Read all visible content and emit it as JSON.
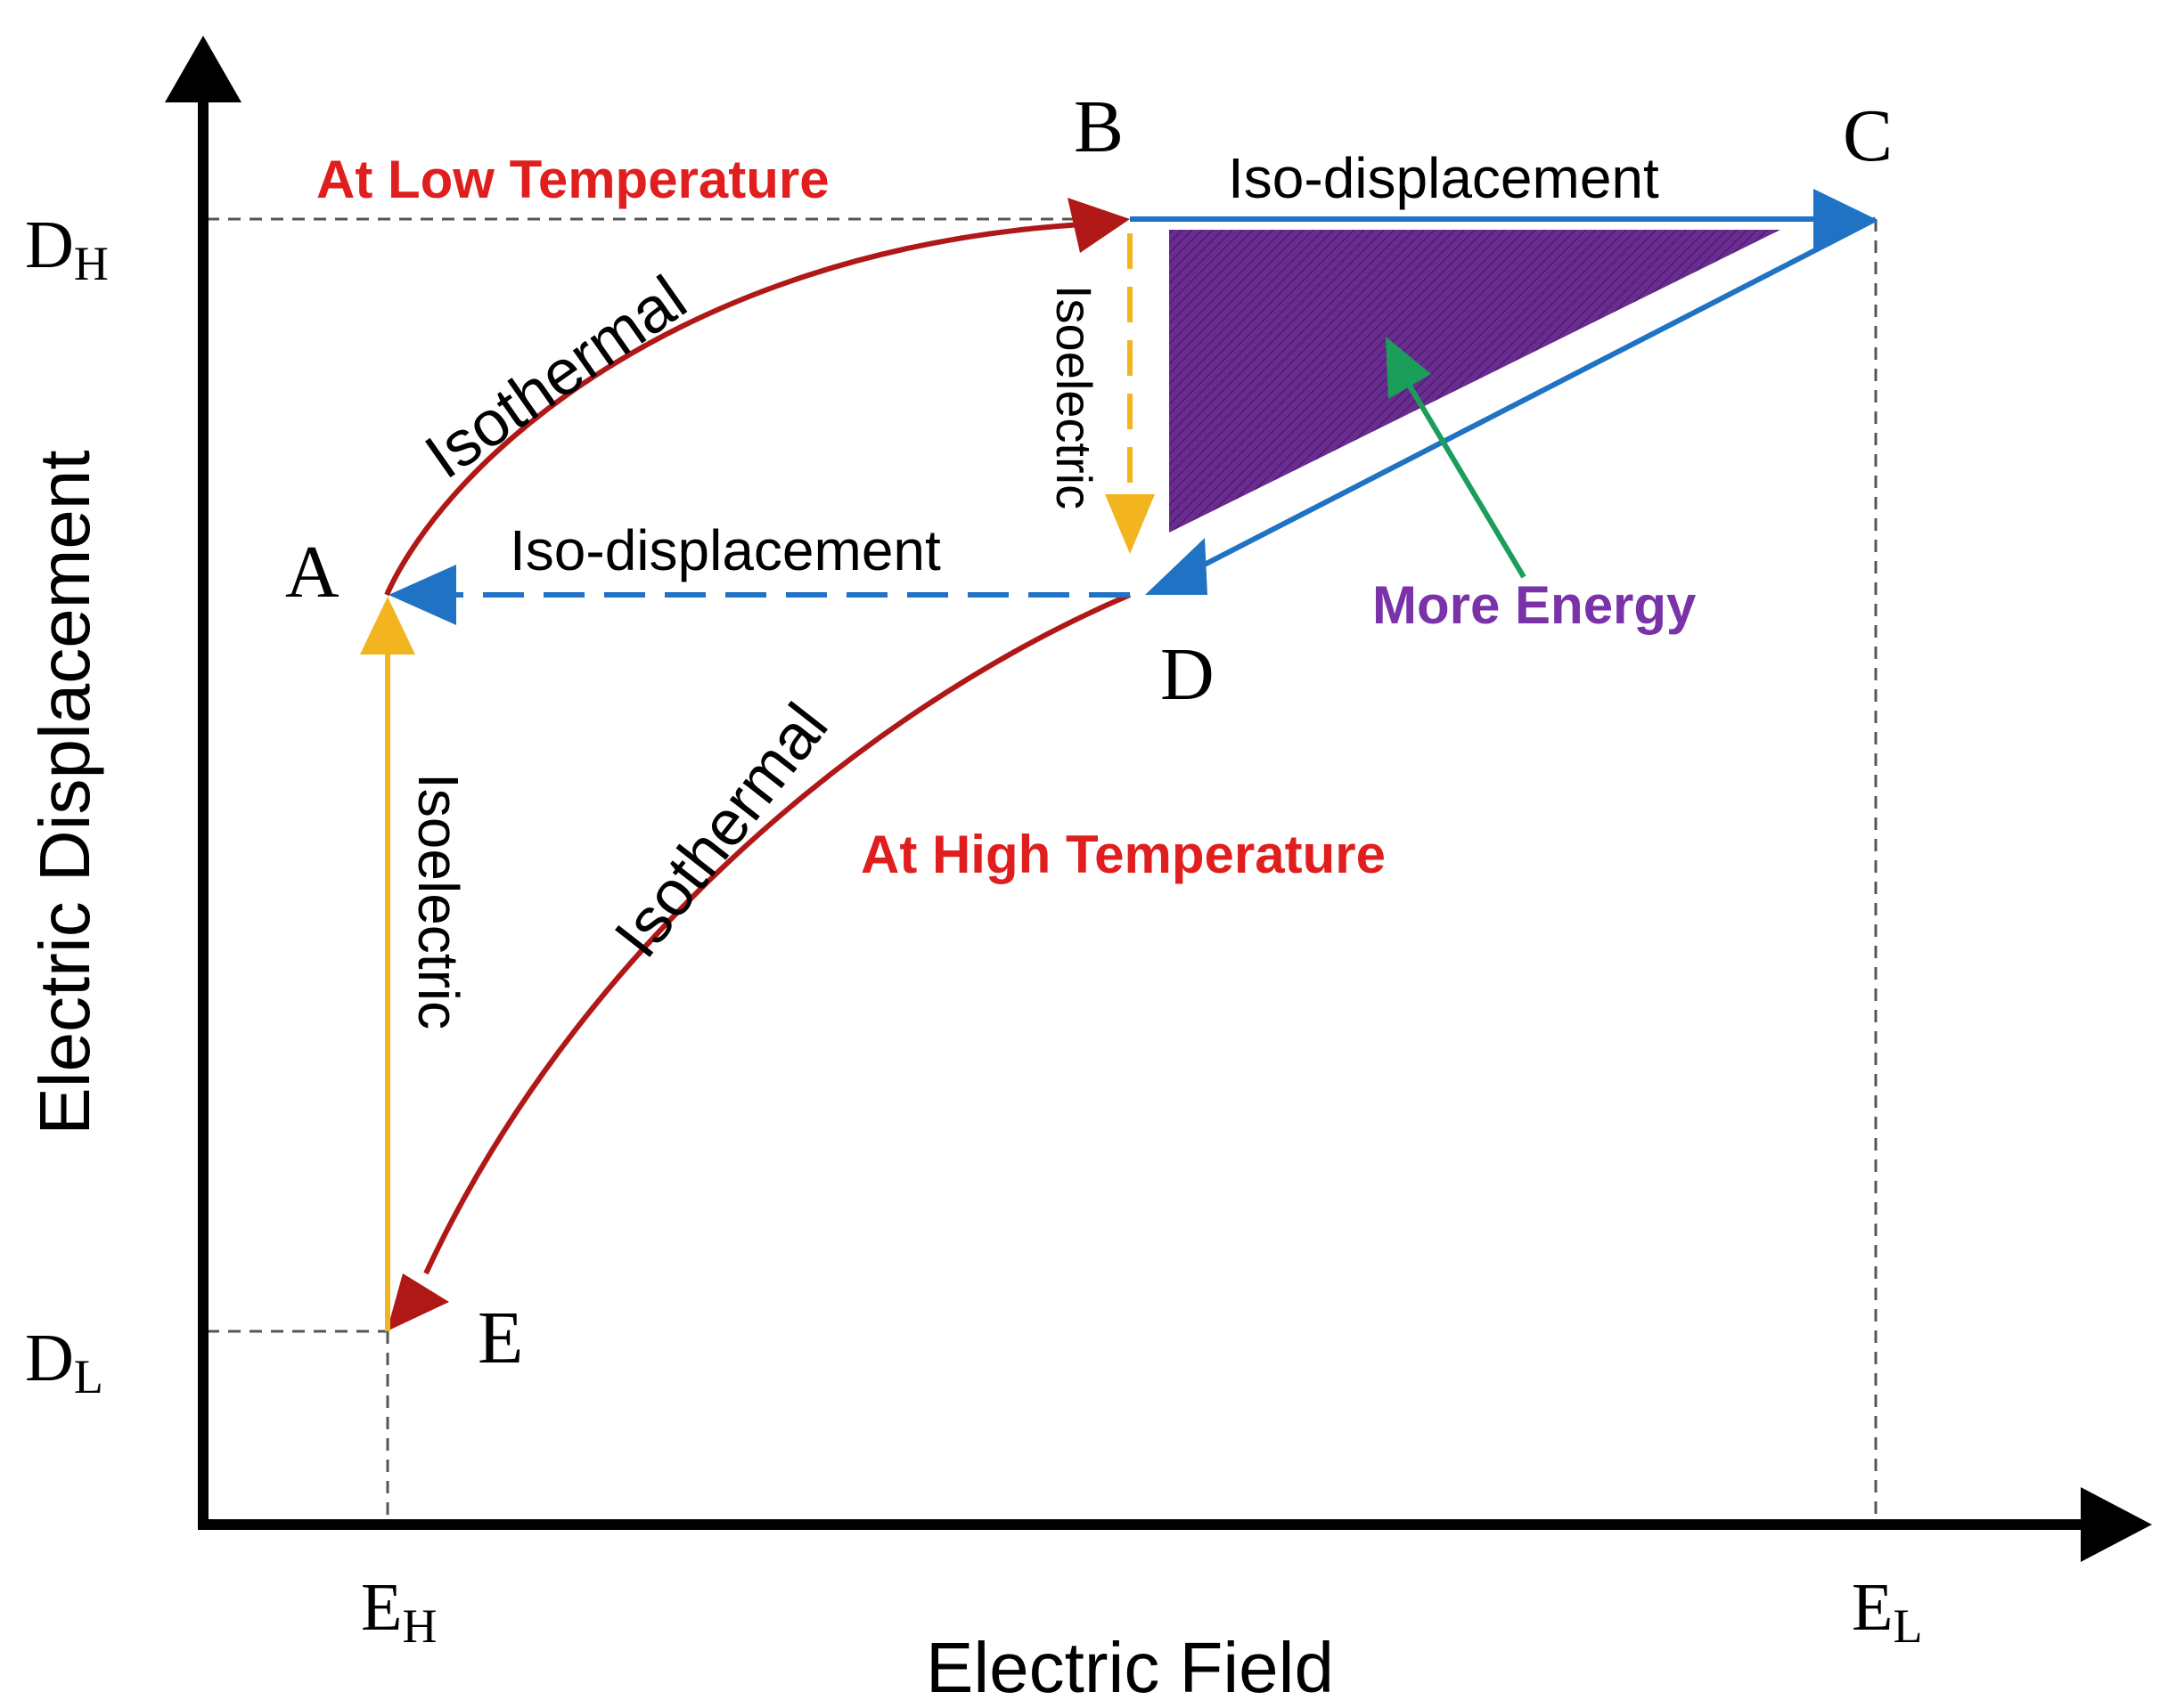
{
  "axes": {
    "x_label": "Electric Field",
    "y_label": "Electric Displacement"
  },
  "ticks": {
    "D_high": {
      "main": "D",
      "sub": "H"
    },
    "D_low": {
      "main": "D",
      "sub": "L"
    },
    "E_high": {
      "main": "E",
      "sub": "H"
    },
    "E_low": {
      "main": "E",
      "sub": "L"
    }
  },
  "points": {
    "A": "A",
    "B": "B",
    "C": "C",
    "D": "D",
    "E": "E"
  },
  "labels": {
    "low_temp": "At Low Temperature",
    "high_temp": "At High Temperature",
    "iso_displacement_top": "Iso-displacement",
    "iso_displacement_mid": "Iso-displacement",
    "isothermal_upper": "Isothermal",
    "isothermal_lower": "Isothermal",
    "isoelectric_bd": "Isoelectric",
    "isoelectric_ea": "Isoelectric",
    "more_energy": "More Energy"
  },
  "colors": {
    "axis": "#000000",
    "isothermal": "#b01818",
    "iso_displacement": "#1f72c4",
    "isoelectric": "#f2b520",
    "energy_region": "#6a2c91",
    "energy_arrow": "#1a9e5a",
    "red_text": "#e01e1e",
    "purple_text": "#7a32a8",
    "guide": "#555555"
  }
}
